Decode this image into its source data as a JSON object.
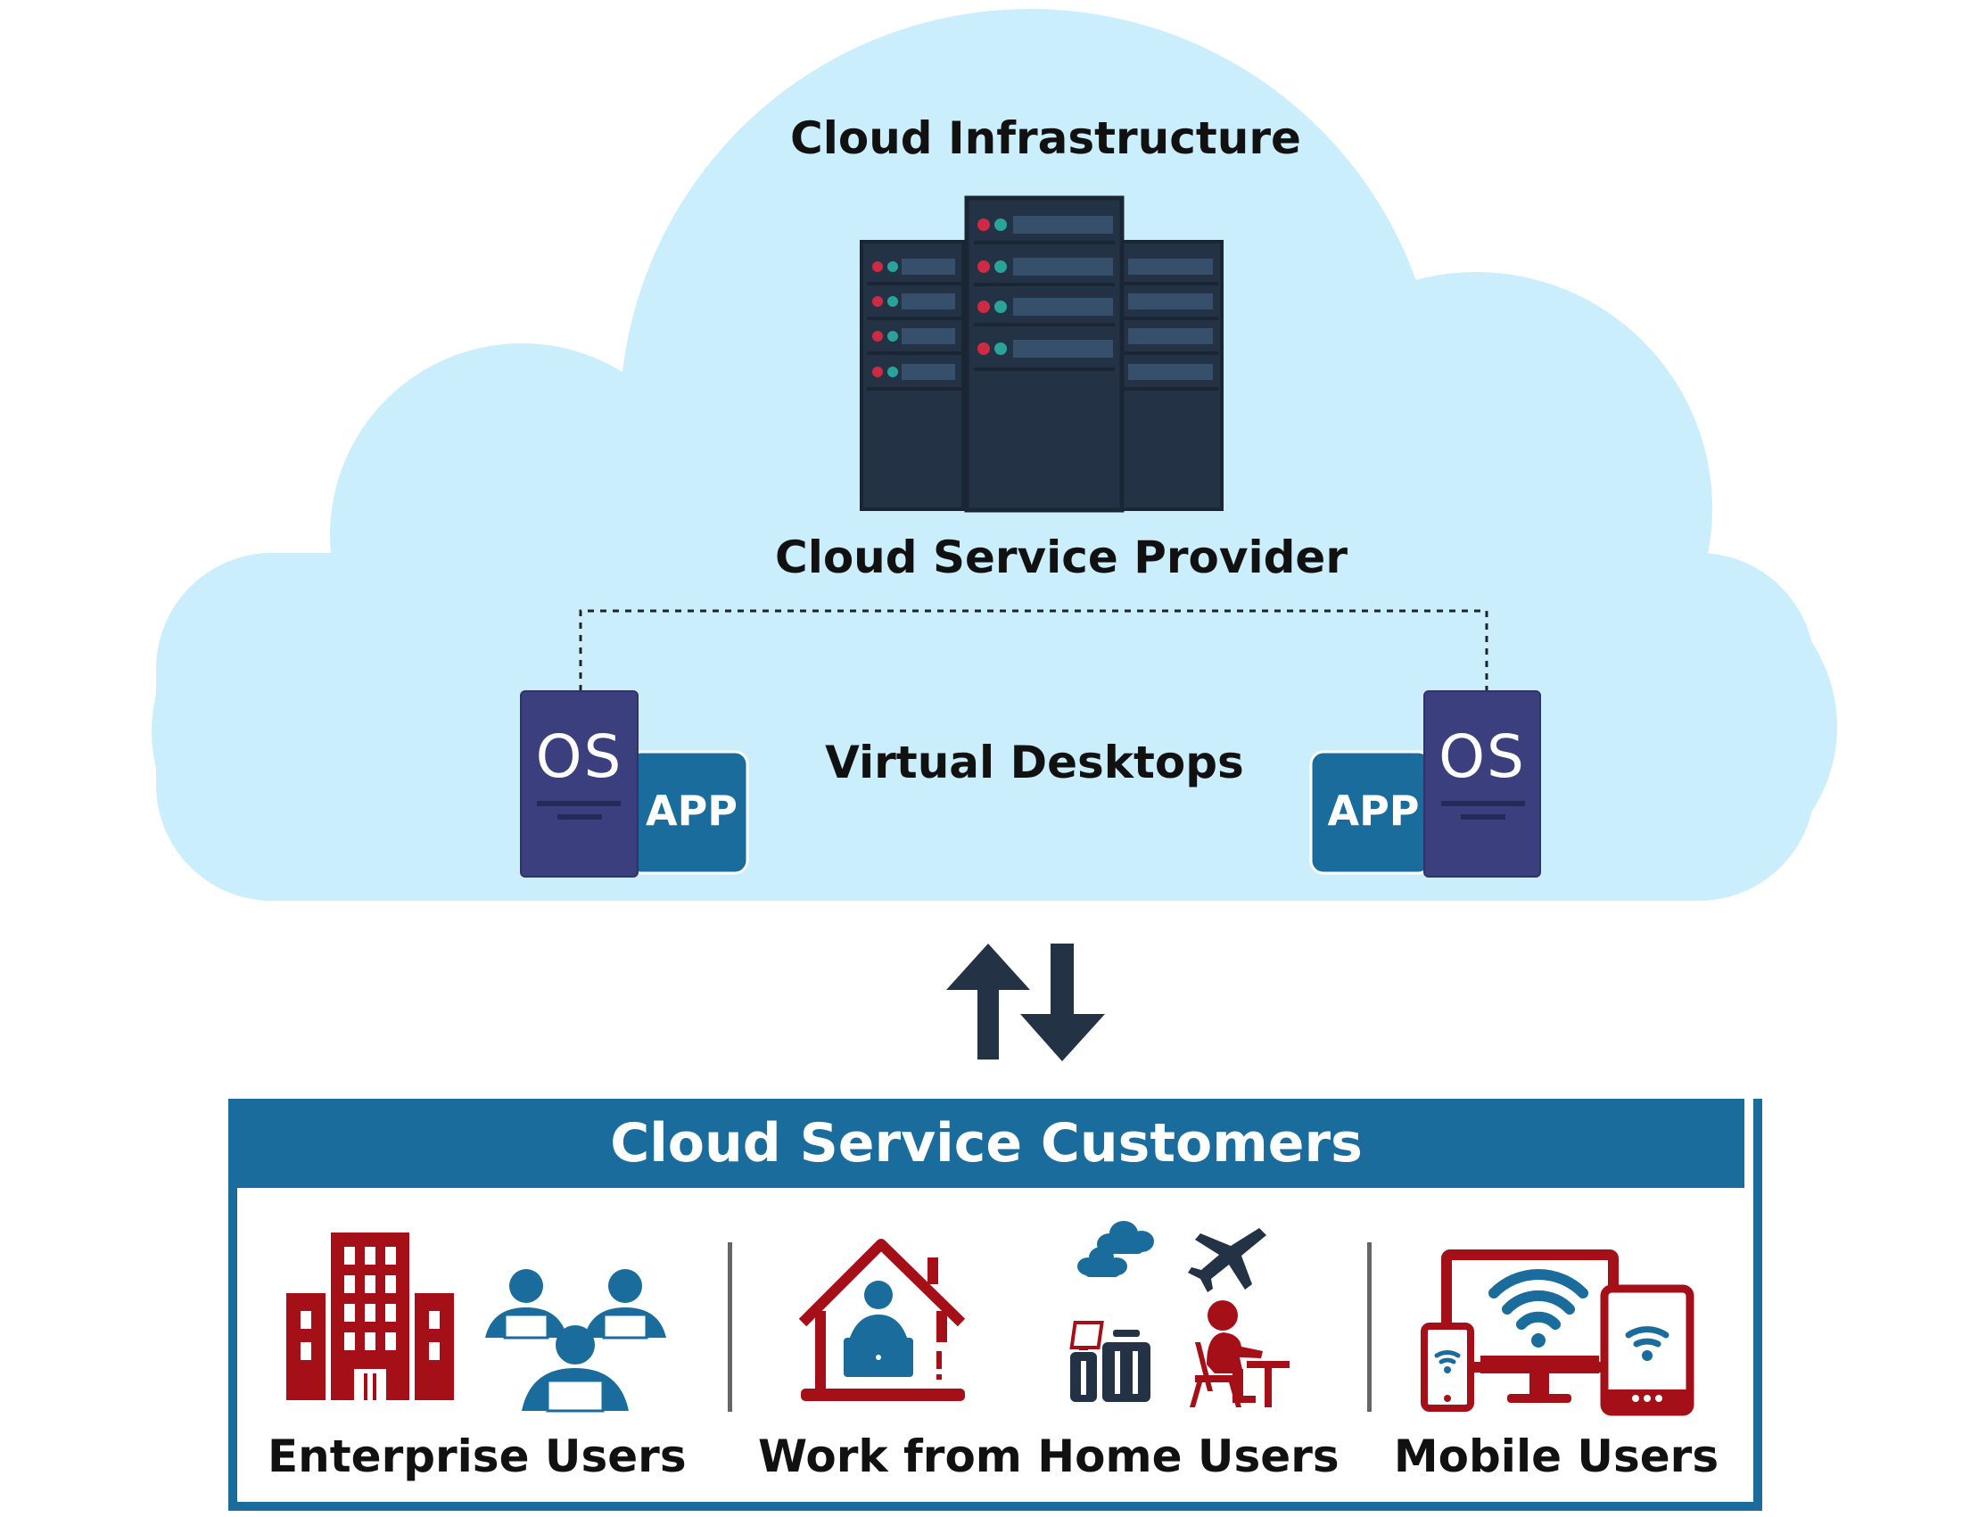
{
  "cloud": {
    "infrastructure_label": "Cloud Infrastructure",
    "provider_label": "Cloud Service Provider",
    "virtual_desktops_label": "Virtual Desktops",
    "os_label": "OS",
    "app_label": "APP"
  },
  "customers": {
    "title": "Cloud Service Customers",
    "groups": [
      {
        "label": "Enterprise Users"
      },
      {
        "label": "Work from Home Users"
      },
      {
        "label": "Mobile Users"
      }
    ]
  },
  "colors": {
    "cloud_fill": "#cbeefd",
    "server_dark": "#233245",
    "os_box": "#3b3f7e",
    "app_box": "#196c9b",
    "customer_blue": "#196c9b",
    "icon_red": "#a50f17",
    "arrow": "#233245"
  },
  "icons": [
    "server-rack-icon",
    "os-icon",
    "app-icon",
    "sync-arrows-icon",
    "office-building-icon",
    "people-network-icon",
    "home-office-icon",
    "travel-icon",
    "devices-icon"
  ]
}
